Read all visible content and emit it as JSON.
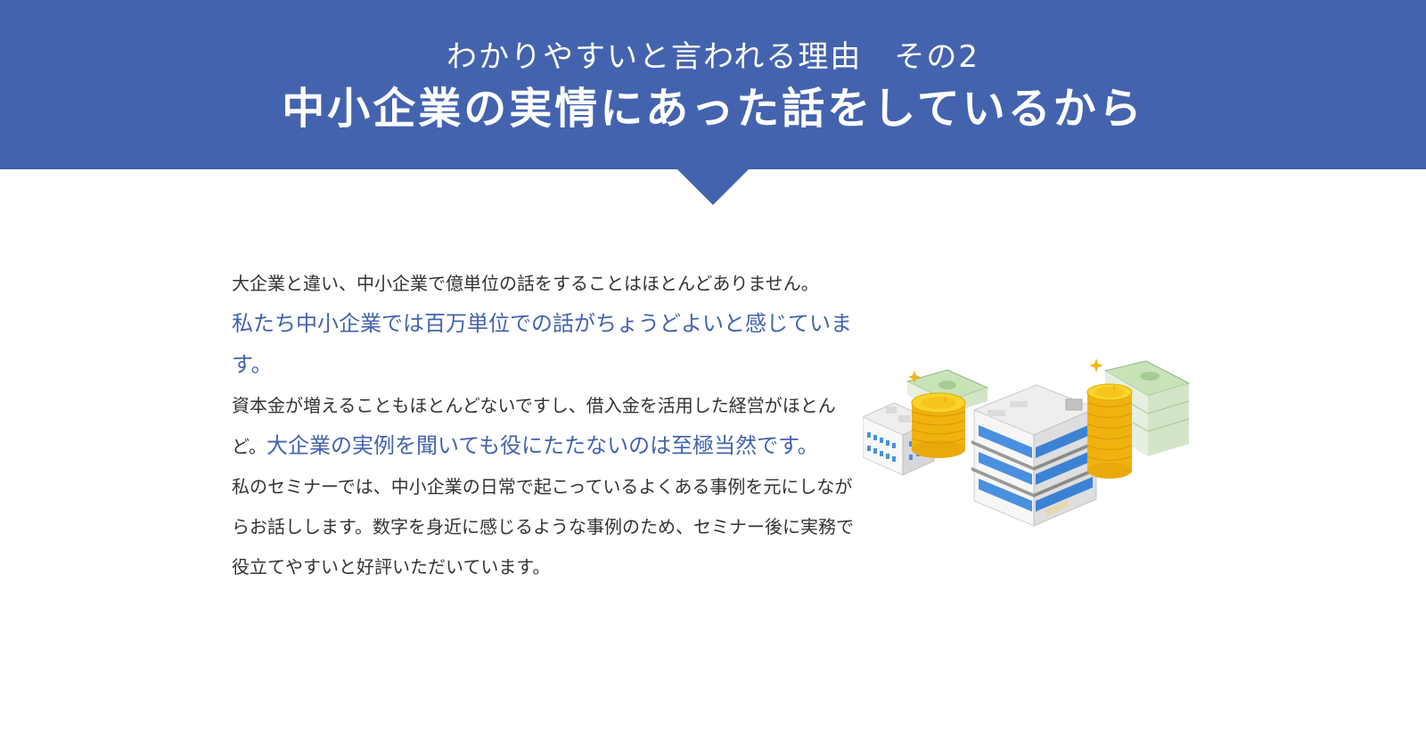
{
  "header": {
    "subtitle": "わかりやすいと言われる理由　その2",
    "title": "中小企業の実情にあった話をしているから"
  },
  "content": {
    "p1_intro": "大企業と違い、中小企業で億単位の話をすることはほとんどありません。",
    "p1_highlight": "私たち中小企業では百万単位での話がちょうどよいと感じています。",
    "p2_text": "資本金が増えることもほとんどないですし、借入金を活用した経営がほとんど。",
    "p2_highlight": "大企業の実例を聞いても役にたたないのは至極当然です。",
    "p3_text": "私のセミナーでは、中小企業の日常で起こっているよくある事例を元にしながらお話しします。数字を身近に感じるような事例のため、セミナー後に実務で役立てやすいと好評いただいています。"
  },
  "colors": {
    "header_bg": "#4463ae",
    "highlight_text": "#4463ae",
    "body_text": "#333333",
    "coin_gold": "#f5c51d",
    "building_blue": "#3f8fe0",
    "money_green": "#a9cf9a"
  },
  "icons": {
    "illustration": "buildings-coins-money-illustration"
  }
}
